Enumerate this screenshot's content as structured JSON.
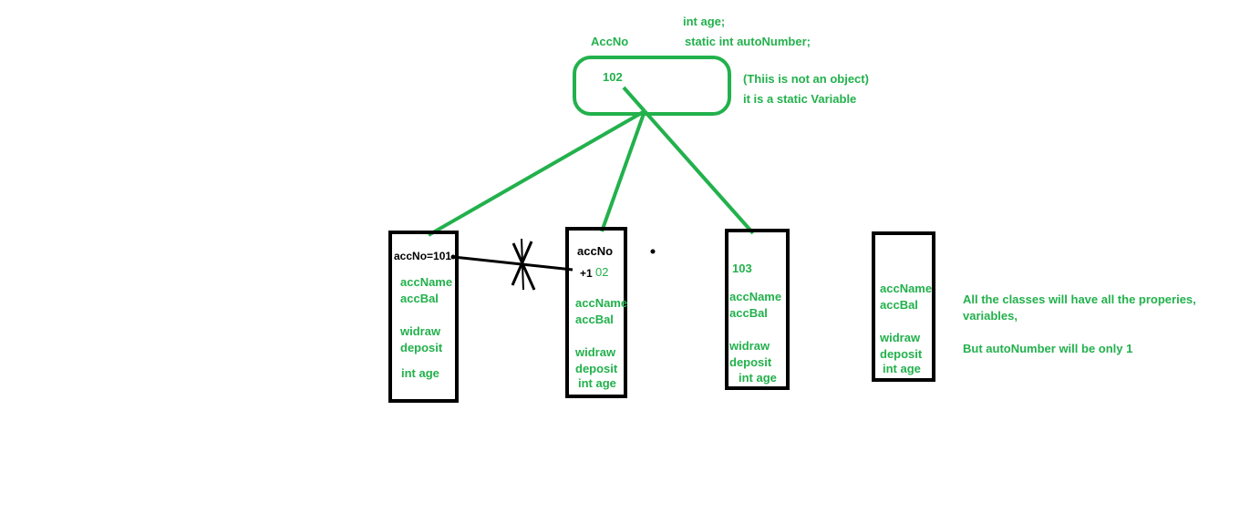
{
  "colors": {
    "green": "#22b14c",
    "black": "#000000",
    "background": "#ffffff"
  },
  "static_box": {
    "name_label": "AccNo",
    "value": "102",
    "declarations": [
      "int age;",
      "static int autoNumber;"
    ],
    "note": [
      "(Thiis is not an object)",
      "it is a static Variable"
    ]
  },
  "objects": [
    {
      "first_line": "accNo=101",
      "fields": [
        "accName",
        "accBal"
      ],
      "methods": [
        "widraw",
        "deposit"
      ],
      "extra": "int age"
    },
    {
      "first_line": "accNo",
      "increment": "+1",
      "value": "02",
      "fields": [
        "accName",
        "accBal"
      ],
      "methods": [
        "widraw",
        "deposit"
      ],
      "extra": "int age"
    },
    {
      "first_line": "103",
      "fields": [
        "accName",
        "accBal"
      ],
      "methods": [
        "widraw",
        "deposit"
      ],
      "extra": "int age"
    },
    {
      "fields": [
        "accName",
        "accBal"
      ],
      "methods": [
        "widraw",
        "deposit"
      ],
      "extra": "int age"
    }
  ],
  "side_note": [
    "All the classes will have all the properies,",
    "variables,",
    "But autoNumber will be only 1"
  ]
}
